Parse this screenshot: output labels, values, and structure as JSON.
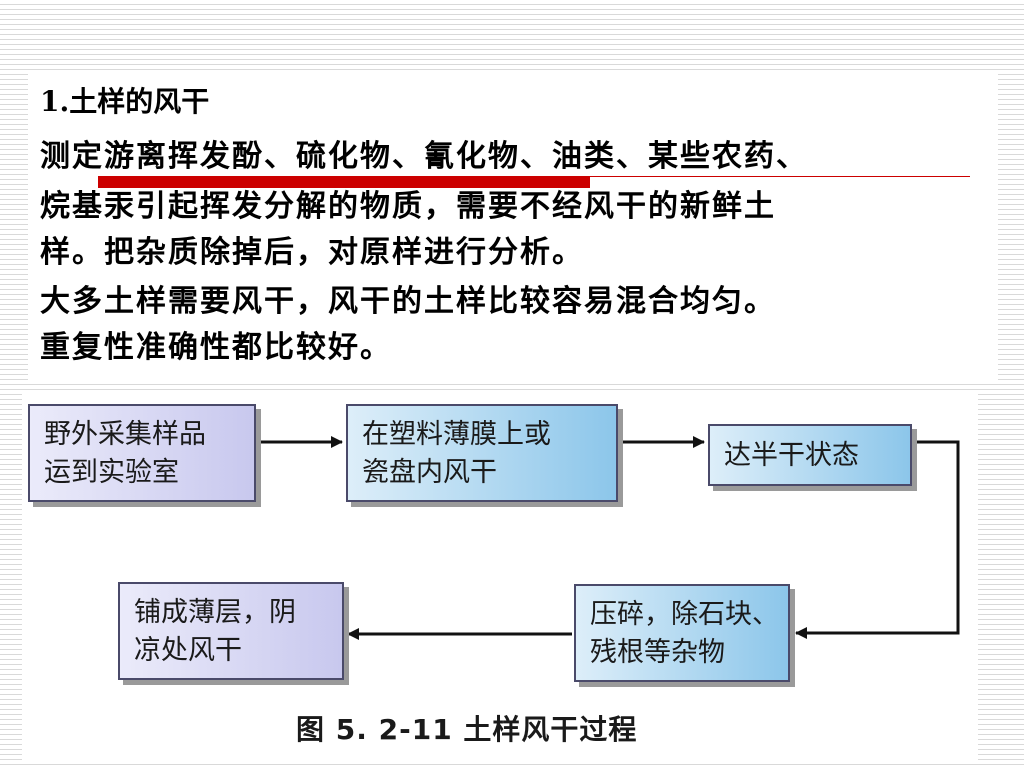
{
  "heading": "1.土样的风干",
  "paragraph_lines": [
    "测定游离挥发酚、硫化物、氰化物、油类、某些农药、",
    "烷基汞引起挥发分解的物质，需要不经风干的新鲜土",
    "样。把杂质除掉后，对原样进行分析。",
    "大多土样需要风干，风干的土样比较容易混合均匀。",
    "重复性准确性都比较好。"
  ],
  "flowchart": {
    "steps": [
      {
        "line1": "野外采集样品",
        "line2": "运到实验室"
      },
      {
        "line1": "在塑料薄膜上或",
        "line2": "瓷盘内风干"
      },
      {
        "line1": "达半干状态",
        "line2": ""
      },
      {
        "line1": "压碎，除石块、",
        "line2": "残根等杂物"
      },
      {
        "line1": "铺成薄层，阴",
        "line2": "凉处风干"
      }
    ],
    "caption": "图 5. 2-11  土样风干过程"
  },
  "colors": {
    "accent_red": "#cc0000",
    "box_lavender": "#c8c8ee",
    "box_blue": "#8cc6ea",
    "arrow": "#111111"
  }
}
